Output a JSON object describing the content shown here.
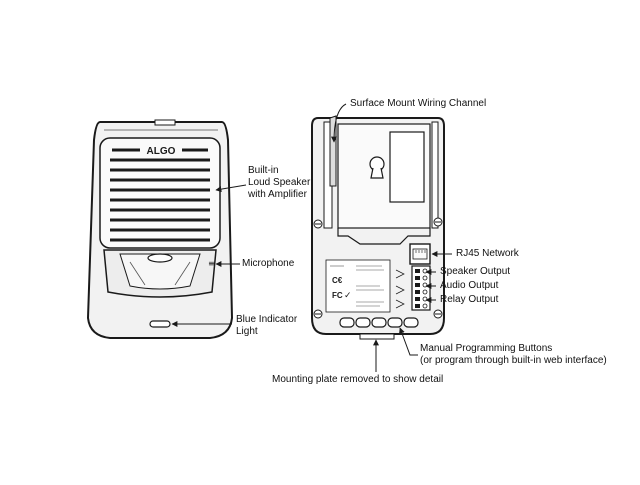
{
  "front_device": {
    "brand_logo": "ALGO"
  },
  "labels": {
    "speaker": [
      "Built-in",
      "Loud Speaker",
      "with Amplifier"
    ],
    "microphone": "Microphone",
    "indicator": [
      "Blue Indicator",
      "Light"
    ],
    "wiring_channel": "Surface Mount Wiring Channel",
    "rj45": "RJ45 Network",
    "speaker_output": "Speaker Output",
    "audio_output": "Audio Output",
    "relay_output": "Relay Output",
    "buttons": [
      "Manual Programming Buttons",
      "(or program through built-in web interface)"
    ],
    "mounting": "Mounting plate removed to show detail"
  },
  "colors": {
    "line": "#1a1a1a",
    "device_fill": "#f2f2f2",
    "background": "#ffffff"
  },
  "icons": [
    "ce-mark-icon",
    "fc-mark-icon",
    "check-mark-icon",
    "rj45-jack-icon",
    "screw-icon"
  ]
}
